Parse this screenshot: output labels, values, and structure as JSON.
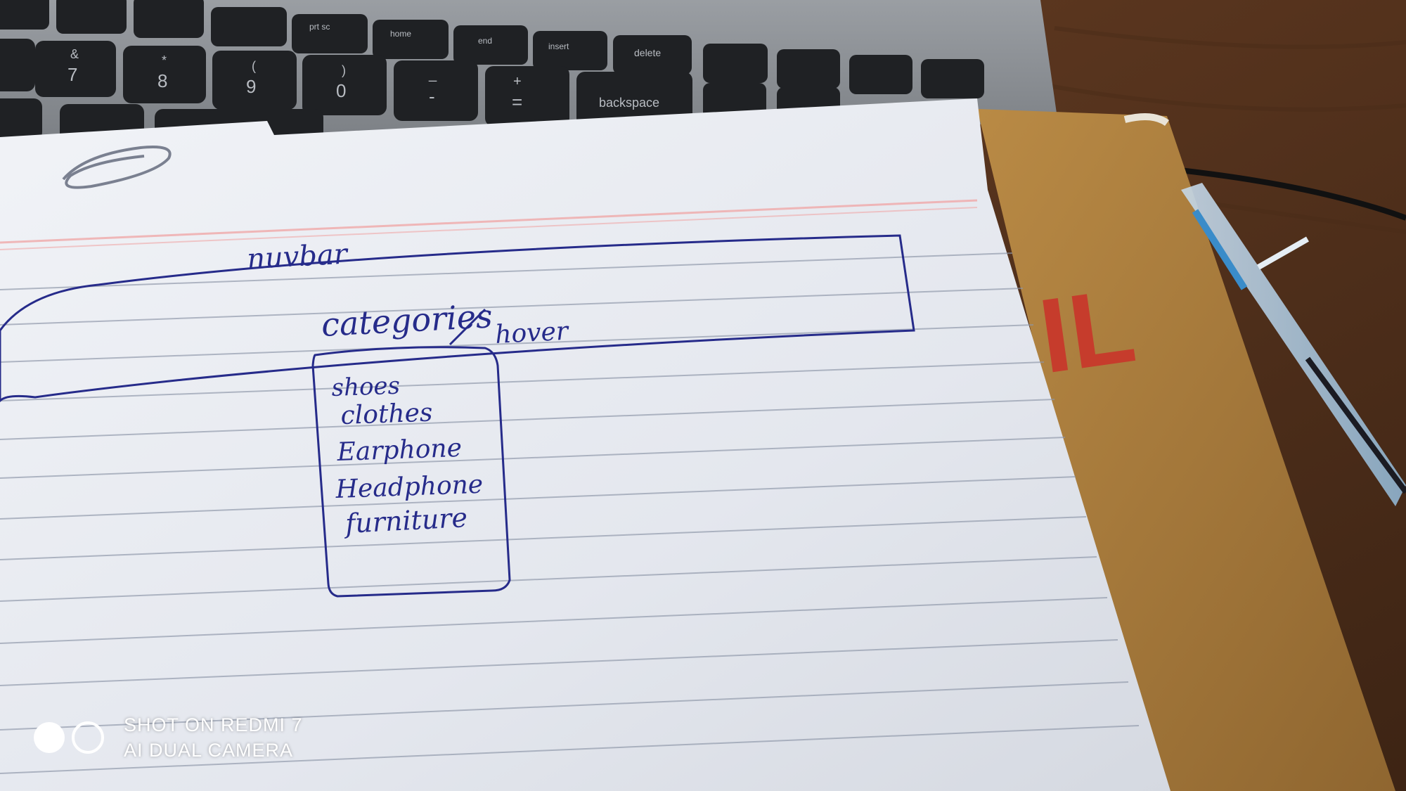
{
  "sketch": {
    "navbar_label": "nuvbar",
    "menu_trigger_label": "categories",
    "hover_note": "hover",
    "dropdown_items": [
      "shoes",
      "clothes",
      "Earphone",
      "Headphone",
      "furniture"
    ]
  },
  "keyboard": {
    "number_row": [
      {
        "top": "&",
        "bottom": "7"
      },
      {
        "top": "*",
        "bottom": "8"
      },
      {
        "top": "(",
        "bottom": "9"
      },
      {
        "top": ")",
        "bottom": "0"
      },
      {
        "top": "_",
        "bottom": "-"
      },
      {
        "top": "+",
        "bottom": "="
      }
    ],
    "backspace_label": "backspace",
    "delete_label": "delete",
    "insert_label": "insert",
    "prtsc_label": "prt sc",
    "home_label": "home",
    "end_label": "end"
  },
  "envelope_mark": "IL",
  "watermark": {
    "line1": "SHOT ON REDMI 7",
    "line2": "AI DUAL CAMERA"
  },
  "colors": {
    "ink": "#262b8a",
    "paper": "#e9ecf1",
    "envelope": "#b0823f",
    "desk": "#5a3a22",
    "laptop": "#8a8e93"
  }
}
